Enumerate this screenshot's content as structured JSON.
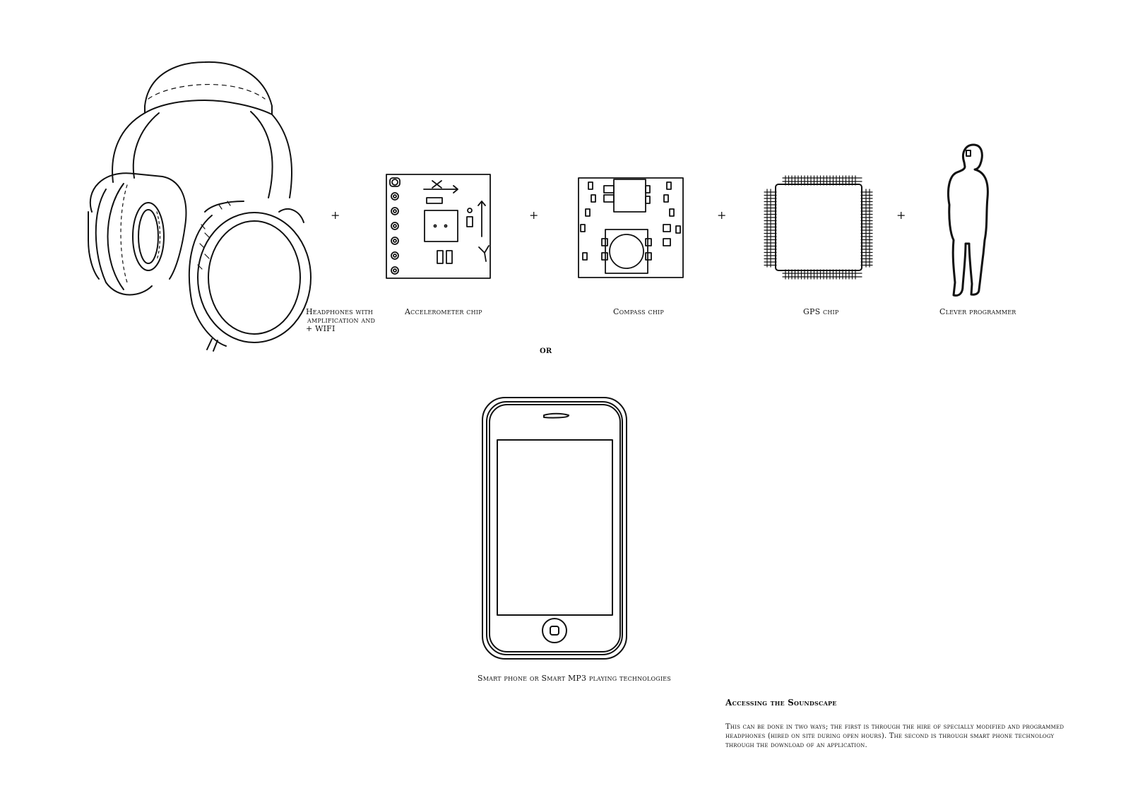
{
  "components": {
    "headphones": {
      "label_line1": "Headphones with",
      "label_line2": "amplification and",
      "label_line3": "+ WIFI",
      "icon": "headphones-icon"
    },
    "accelerometer": {
      "label": "Accelerometer chip",
      "icon": "accelerometer-chip-icon"
    },
    "compass": {
      "label": "Compass chip",
      "icon": "compass-chip-icon"
    },
    "gps": {
      "label": "GPS chip",
      "icon": "gps-chip-icon"
    },
    "programmer": {
      "label": "Clever programmer",
      "icon": "person-silhouette-icon"
    }
  },
  "operators": {
    "plus": "+",
    "or": "or"
  },
  "phone": {
    "label": "Smart phone or Smart MP3 playing technologies",
    "icon": "smartphone-icon"
  },
  "section": {
    "title": "Accessing the Soundscape",
    "body": "This can be done in two ways; the first is through the hire of specially modified and programmed headphones (hired on site during open hours). The second is through smart phone technology through the download of an application."
  }
}
